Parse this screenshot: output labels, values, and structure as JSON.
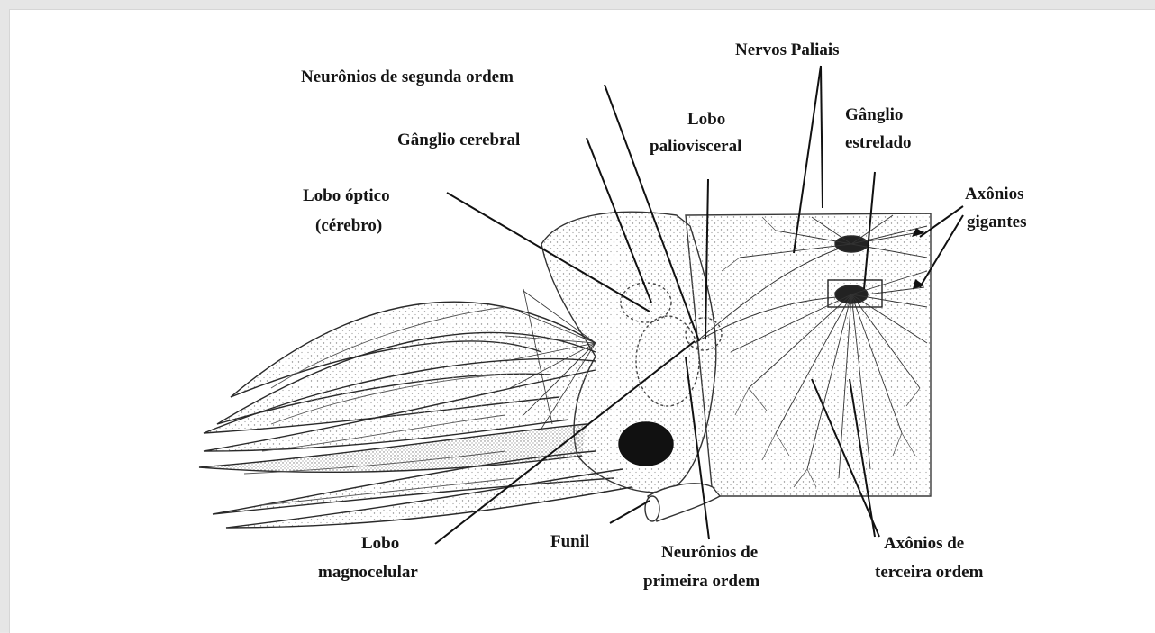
{
  "labels": {
    "segunda_ordem": "Neurônios de segunda ordem",
    "nervos_paliais": "Nervos Paliais",
    "ganglio_cerebral": "Gânglio cerebral",
    "lobo_paliovisceral_1": "Lobo",
    "lobo_paliovisceral_2": "paliovisceral",
    "ganglio_estrelado_1": "Gânglio",
    "ganglio_estrelado_2": "estrelado",
    "lobo_optico_1": "Lobo óptico",
    "lobo_optico_2": "(cérebro)",
    "axonios_gigantes_1": "Axônios",
    "axonios_gigantes_2": "gigantes",
    "lobo_magnocelular_1": "Lobo",
    "lobo_magnocelular_2": "magnocelular",
    "funil": "Funil",
    "primeira_ordem_1": "Neurônios de",
    "primeira_ordem_2": "primeira ordem",
    "terceira_ordem_1": "Axônios de",
    "terceira_ordem_2": "terceira ordem"
  },
  "colors": {
    "ink": "#151515",
    "stipple": "#8a8a8a",
    "frame": "#e6e6e6"
  }
}
